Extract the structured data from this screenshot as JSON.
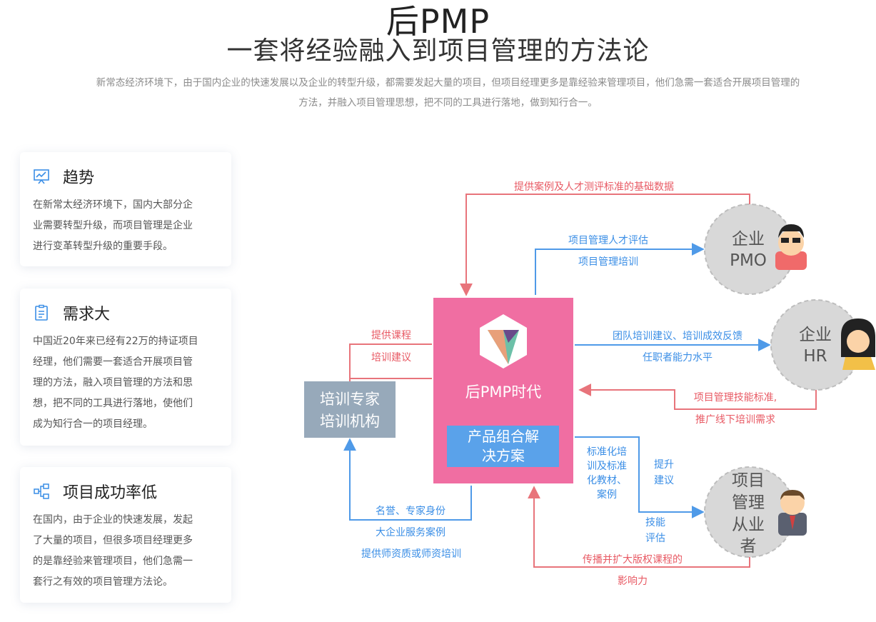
{
  "header": {
    "title": "后PMP",
    "subtitle": "一套将经验融入到项目管理的方法论",
    "intro_line1": "新常态经济环境下，由于国内企业的快速发展以及企业的转型升级，都需要发起大量的项目，但项目经理更多是靠经验来管理项目，他们急需一套适合开展项目管理的",
    "intro_line2": "方法，并融入项目管理思想，把不同的工具进行落地，做到知行合一。"
  },
  "cards": [
    {
      "icon": "trend-chart-icon",
      "title": "趋势",
      "lines": [
        "在新常太经济环境下，国内大部分企",
        "业需要转型升级，而项目管理是企业",
        "进行变革转型升级的重要手段。"
      ]
    },
    {
      "icon": "clipboard-icon",
      "title": "需求大",
      "lines": [
        "中国近20年来已经有22万的持证项目",
        "经理，他们需要一套适合开展项目管",
        "理的方法，融入项目管理的方法和思",
        "想，把不同的工具进行落地，使他们",
        "成为知行合一的项目经理。"
      ]
    },
    {
      "icon": "network-icon",
      "title": "项目成功率低",
      "lines": [
        "在国内，由于企业的快速发展，发起",
        "了大量的项目，但很多项目经理更多",
        "的是靠经验来管理项目，他们急需一",
        "套行之有效的项目管理方法论。"
      ]
    }
  ],
  "diagram": {
    "center_title": "后PMP时代",
    "center_sub1": "产品组合解",
    "center_sub2": "决方案",
    "left_box1": "培训专家",
    "left_box2": "培训机构",
    "pmo1": "企业",
    "pmo2": "PMO",
    "hr1": "企业",
    "hr2": "HR",
    "pr1": "项目",
    "pr2": "管理",
    "pr3": "从业",
    "pr4": "者",
    "top_arrow": "提供案例及人才测评标准的基础数据",
    "pmo_a": "项目管理人才评估",
    "pmo_b": "项目管理培训",
    "hr_a": "团队培训建议、培训成效反馈",
    "hr_b": "任职者能力水平",
    "hr_c": "项目管理技能标准,",
    "hr_d": "推广线下培训需求",
    "left_a": "提供课程",
    "left_b": "培训建议",
    "bl_a": "名誉、专家身份",
    "bl_b": "大企业服务案例",
    "bl_c": "提供师资质或师资培训",
    "mid_a": "标准化培",
    "mid_b": "训及标准",
    "mid_c": "化教材、",
    "mid_d": "案例",
    "up_a": "提升",
    "up_b": "建议",
    "sk_a": "技能",
    "sk_b": "评估",
    "bottom_a": "传播并扩大版权课程的",
    "bottom_b": "影响力"
  },
  "colors": {
    "pink": "#f06ea2",
    "blue": "#5aa2ea",
    "gray_box": "#97a9ba",
    "red_line": "#e8747b",
    "blue_line": "#4f9ae8",
    "circle": "#d8d8d8"
  }
}
